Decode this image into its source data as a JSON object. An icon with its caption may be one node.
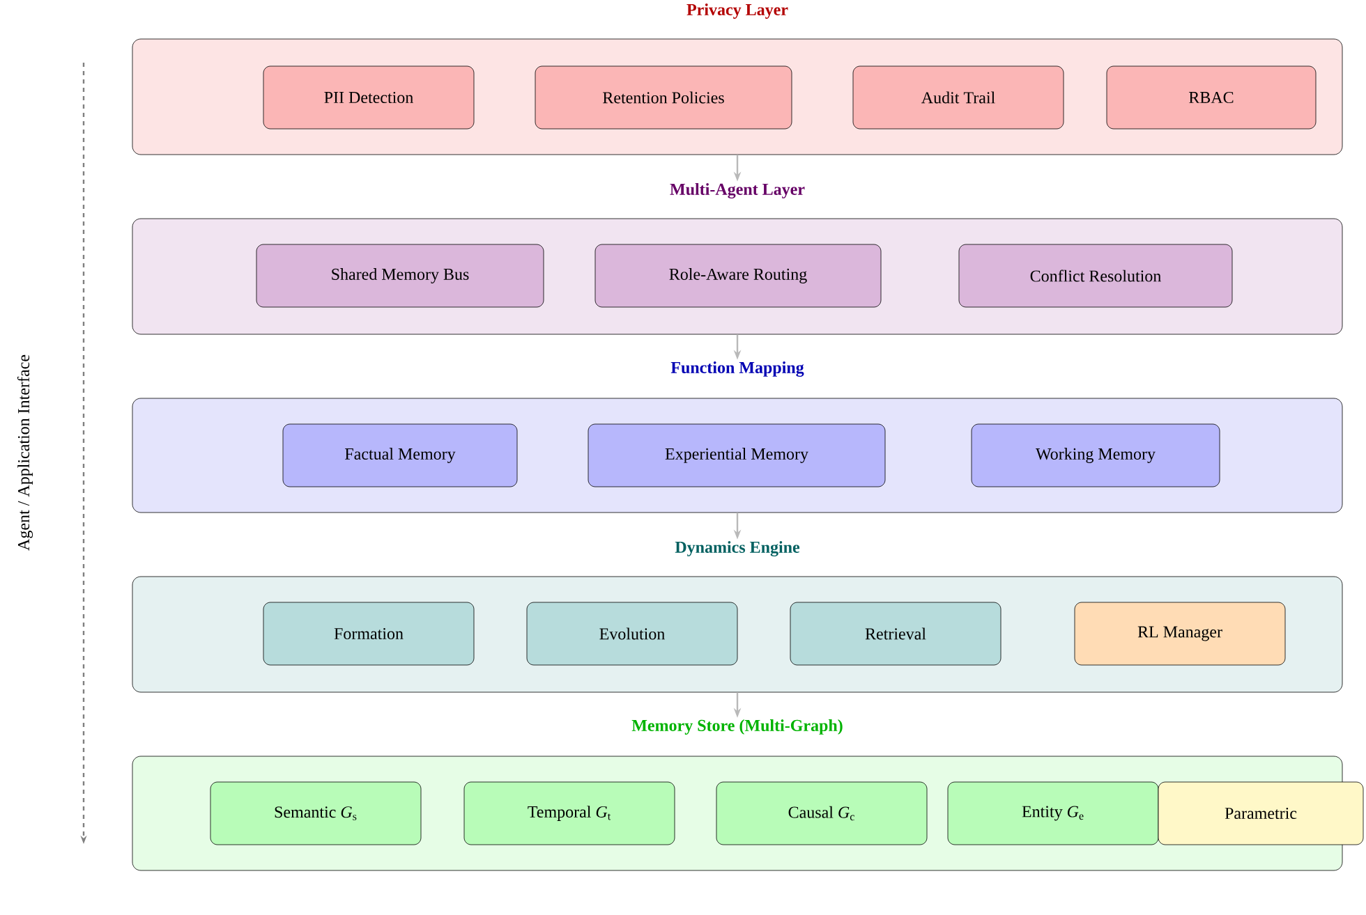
{
  "diagram": {
    "nodes": [
      {
        "text": [
          "Privacy Layer"
        ]
      },
      {
        "text": [
          "PII Detection"
        ],
        "in": 0
      },
      {
        "text": [
          "Retention Policies"
        ],
        "in": 0
      },
      {
        "text": [
          "Audit Trail"
        ],
        "in": 0
      },
      {
        "text": [
          "RBAC"
        ],
        "in": 0
      },
      {
        "text": [
          "Multi-Agent Layer"
        ]
      },
      {
        "text": [
          "Shared Memory Bus"
        ],
        "in": 5
      },
      {
        "text": [
          "Role-Aware Routing"
        ],
        "in": 5
      },
      {
        "text": [
          "Conflict Resolution"
        ],
        "in": 5
      },
      {
        "text": [
          "Function Mapping"
        ]
      },
      {
        "text": [
          "Factual Memory"
        ],
        "in": 9
      },
      {
        "text": [
          "Experiential Memory"
        ],
        "in": 9
      },
      {
        "text": [
          "Working Memory"
        ],
        "in": 9
      },
      {
        "text": [
          "Dynamics Engine"
        ]
      },
      {
        "text": [
          "Formation"
        ],
        "in": 13
      },
      {
        "text": [
          "Evolution"
        ],
        "in": 13
      },
      {
        "text": [
          "Retrieval"
        ],
        "in": 13
      },
      {
        "text": [
          "RL Manager"
        ],
        "in": 13
      },
      {
        "text": [
          "Memory Store (Multi-Graph)"
        ]
      },
      {
        "text": [
          "Semantic *G*$_{s}$"
        ],
        "in": 18
      },
      {
        "text": [
          "Temporal *G*$_{t}$"
        ],
        "in": 18
      },
      {
        "text": [
          "Causal *G*$_{c}$"
        ],
        "in": 18
      },
      {
        "text": [
          "Entity *G*$_{e}$"
        ],
        "in": 18
      },
      {
        "text": [
          "Parametric"
        ]
      }
    ],
    "edges": [
      {
        "from": 0,
        "to": 5,
        "arrow": "to"
      },
      {
        "from": 5,
        "to": 9,
        "arrow": "to"
      },
      {
        "from": 9,
        "to": 13,
        "arrow": "to"
      },
      {
        "from": 13,
        "to": 18,
        "arrow": "to"
      }
    ],
    "labels": [
      "Agent / Application Interface"
    ]
  }
}
